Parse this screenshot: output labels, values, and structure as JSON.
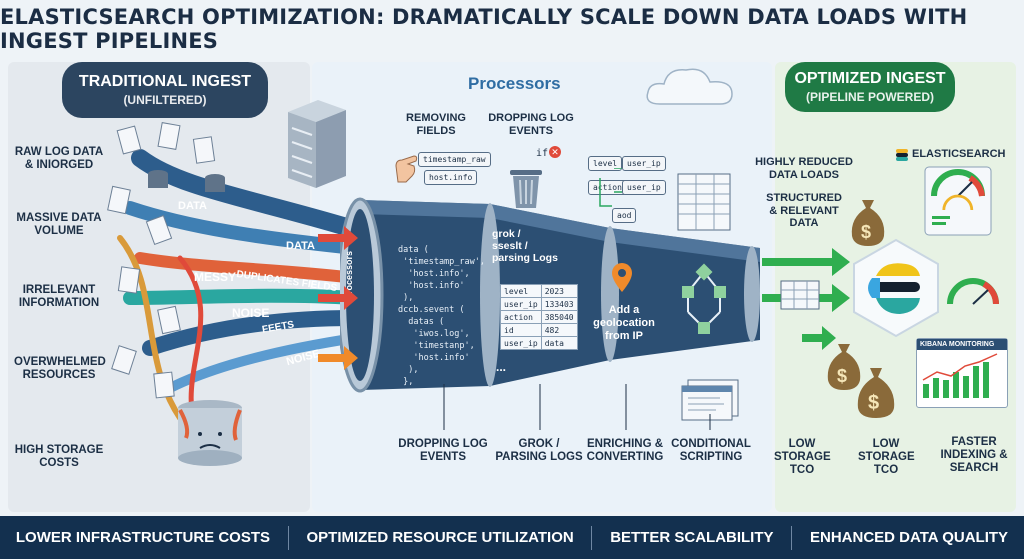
{
  "title": "ELASTICSEARCH OPTIMIZATION: DRAMATICALLY SCALE DOWN DATA LOADS WITH INGEST PIPELINES",
  "left_panel": {
    "heading": "TRADITIONAL INGEST",
    "subheading": "(UNFILTERED)",
    "labels": [
      "RAW LOG DATA & INIORGED",
      "MASSIVE DATA VOLUME",
      "IRRELEVANT INFORMATION",
      "OVERWHELMED RESOURCES",
      "HIGH STORAGE COSTS"
    ],
    "stream_words": [
      "DATA",
      "DATA",
      "MESSY",
      "DUPLICATES FIELDS",
      "NOISE",
      "FEETS",
      "NOISE"
    ]
  },
  "middle_panel": {
    "heading": "Processors",
    "top_labels": [
      "REMOVING FIELDS",
      "DROPPING LOG EVENTS"
    ],
    "field_tags": [
      "timestamp_raw",
      "host.info"
    ],
    "if_label": "if",
    "pipe_label": "Processors",
    "code": "data (\n 'timestamp_raw',\n  'host.info',\n  'host.info'\n ),\ndccb.sevent (\n  datas (\n   'iwos.log',\n   'timestanp',\n   'host.info'\n  ),\n },",
    "grok_heading": "grok /\nsseslt /\nparsing Logs",
    "grok_table": [
      [
        "level",
        "2023"
      ],
      [
        "user_ip",
        "133403"
      ],
      [
        "action",
        "385040"
      ],
      [
        "id",
        "482"
      ],
      [
        "user_ip",
        "data"
      ]
    ],
    "ellipsis": "...",
    "geo_label": "Add a geolocation from IP",
    "enrich_tags": [
      "level",
      "user_ip",
      "action",
      "user_ip",
      "aod"
    ],
    "bottom_labels": [
      "DROPPING LOG EVENTS",
      "GROK / PARSING LOGS",
      "ENRICHING & CONVERTING",
      "CONDITIONAL SCRIPTING"
    ]
  },
  "right_panel": {
    "heading": "OPTIMIZED INGEST",
    "subheading": "(PIPELINE POWERED)",
    "labels": [
      "HIGHLY REDUCED DATA LOADS",
      "STRUCTURED & RELEVANT DATA"
    ],
    "brand": "ELASTICSEARCH",
    "kibana": "KIBANA MONITORING",
    "bottom_labels": [
      "LOW STORAGE TCO",
      "LOW STORAGE TCO",
      "FASTER INDEXING & SEARCH"
    ],
    "money_symbol": "$"
  },
  "bottom_bar": [
    "LOWER INFRASTRUCTURE COSTS",
    "OPTIMIZED RESOURCE UTILIZATION",
    "BETTER SCALABILITY",
    "ENHANCED DATA QUALITY"
  ],
  "colors": {
    "navy": "#13304f",
    "pipe": "#2c4f73",
    "green": "#1f7a45",
    "red": "#e04a3a",
    "orange": "#f08a2a",
    "teal": "#2aa7a0"
  }
}
